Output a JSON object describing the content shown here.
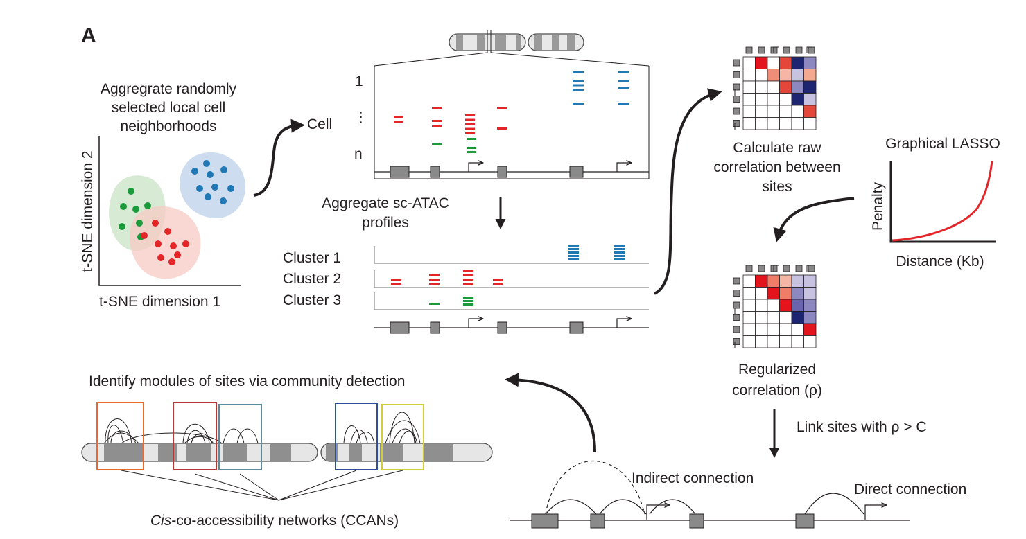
{
  "panel_label": "A",
  "tsne": {
    "title_lines": [
      "Aggregrate randomly",
      "selected local cell",
      "neighborhoods"
    ],
    "xlabel": "t-SNE dimension 1",
    "ylabel": "t-SNE dimension 2"
  },
  "cells": {
    "row_top": "1",
    "row_dots": "⋮",
    "row_label": "Cell",
    "row_bottom": "n"
  },
  "aggregate": {
    "label_lines": [
      "Aggregate sc-ATAC",
      "profiles"
    ],
    "clusters": [
      "Cluster 1",
      "Cluster 2",
      "Cluster 3"
    ]
  },
  "correlation": {
    "raw_lines": [
      "Calculate raw",
      "correlation between",
      "sites"
    ],
    "regularized_lines": [
      "Regularized",
      "correlation (ρ)"
    ]
  },
  "lasso": {
    "title": "Graphical LASSO",
    "ylabel": "Penalty",
    "xlabel": "Distance (Kb)"
  },
  "link": {
    "label": "Link sites with ρ > C",
    "indirect": "Indirect connection",
    "direct": "Direct connection"
  },
  "modules": {
    "title": "Identify modules of sites via community detection",
    "ccan_italic": "Cis",
    "ccan_rest": "-co-accessibility networks (CCANs)"
  },
  "colors": {
    "red": "#e42528",
    "green": "#1a9a3a",
    "blue": "#2078b4",
    "dark_blue": "#1c1f6e",
    "gray_box": "#8a8a8a",
    "arrow": "#231f20"
  }
}
